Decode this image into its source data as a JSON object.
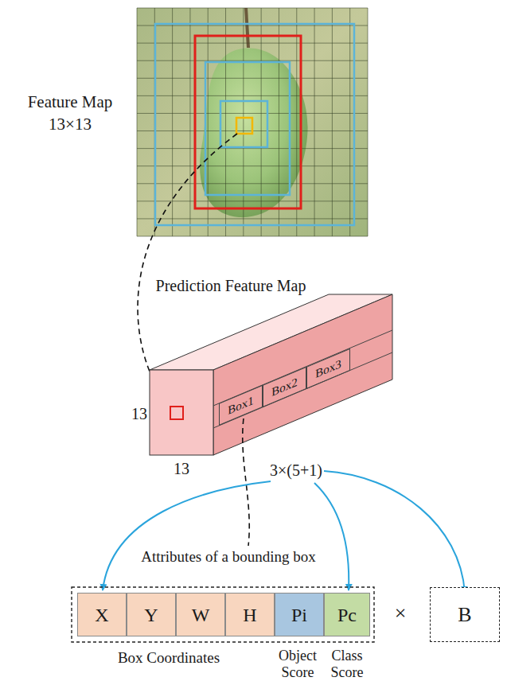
{
  "diagram": {
    "nodes": [
      {
        "text": [
          "Box1"
        ]
      },
      {
        "text": [
          "Box2"
        ]
      },
      {
        "text": [
          "Box3"
        ]
      },
      {
        "text": [
          "X"
        ]
      },
      {
        "text": [
          "Y"
        ]
      },
      {
        "text": [
          "W"
        ]
      },
      {
        "text": [
          "H"
        ]
      },
      {
        "text": [
          "Pi"
        ]
      },
      {
        "text": [
          "Pc"
        ]
      },
      {
        "text": [
          "B"
        ]
      }
    ],
    "labels": [
      "Feature Map",
      "13×13",
      "Prediction Feature Map",
      "13",
      "13",
      "3×(5+1)",
      "Attributes of a bounding box",
      "×",
      "Box Coordinates",
      "Object Score",
      "Class Score"
    ]
  }
}
